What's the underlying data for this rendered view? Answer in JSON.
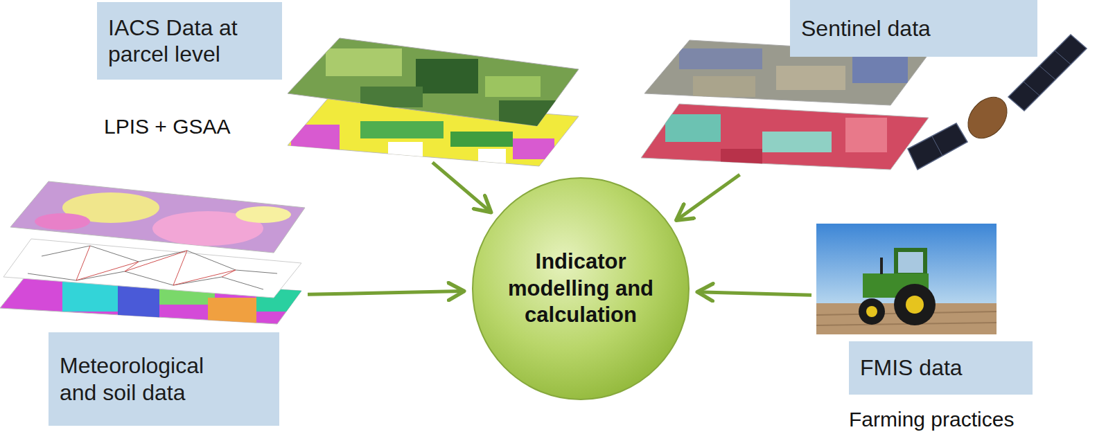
{
  "diagram": {
    "nodes": [
      {
        "text": [
          "IACS Data at parcel level",
          "LPIS + GSAA"
        ]
      },
      {
        "text": [
          "Sentinel data"
        ]
      },
      {
        "text": [
          "Meteorological and soil data"
        ]
      },
      {
        "text": [
          "Indicator modelling and calculation"
        ]
      },
      {
        "text": [
          "FMIS data",
          "Farming practices"
        ]
      }
    ],
    "edges": [
      {
        "from": 0,
        "to": 3,
        "arrow": "to"
      },
      {
        "from": 1,
        "to": 3,
        "arrow": "to"
      },
      {
        "from": 2,
        "to": 3,
        "arrow": "to"
      },
      {
        "from": 4,
        "to": 3,
        "arrow": "to"
      }
    ]
  }
}
